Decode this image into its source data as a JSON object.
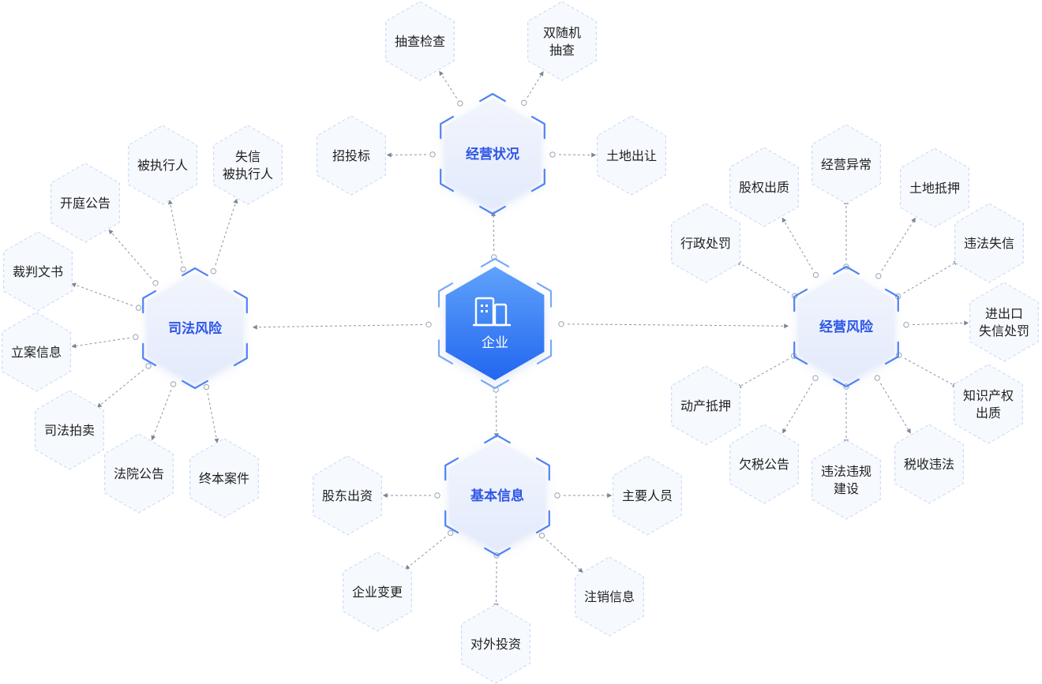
{
  "colors": {
    "leaf_fill": "#f6f9fe",
    "leaf_stroke": "#c3d6f5",
    "hub_fill_top": "#f2f5fd",
    "hub_fill_bottom": "#e3eafb",
    "hub_bracket": "#4f83f5",
    "hub_text": "#2e56e6",
    "core_top": "#5fa2fb",
    "core_bottom": "#2266f0",
    "core_bracket": "#7aa9f7",
    "connector": "#8a96a8",
    "dot": "#9aa4b2"
  },
  "center": {
    "label": "企业",
    "icon": "building-icon"
  },
  "hubs": [
    {
      "id": "business-status",
      "label": "经营状况",
      "leaves": [
        [
          "抽查检查"
        ],
        [
          "双随机",
          "抽查"
        ],
        [
          "招投标"
        ],
        [
          "土地出让"
        ]
      ]
    },
    {
      "id": "judicial-risk",
      "label": "司法风险",
      "leaves": [
        [
          "开庭公告"
        ],
        [
          "被执行人"
        ],
        [
          "失信",
          "被执行人"
        ],
        [
          "裁判文书"
        ],
        [
          "立案信息"
        ],
        [
          "司法拍卖"
        ],
        [
          "法院公告"
        ],
        [
          "终本案件"
        ]
      ]
    },
    {
      "id": "operating-risk",
      "label": "经营风险",
      "leaves": [
        [
          "股权出质"
        ],
        [
          "经营异常"
        ],
        [
          "土地抵押"
        ],
        [
          "行政处罚"
        ],
        [
          "违法失信"
        ],
        [
          "进出口",
          "失信处罚"
        ],
        [
          "动产抵押"
        ],
        [
          "知识产权",
          "出质"
        ],
        [
          "欠税公告"
        ],
        [
          "违法违规",
          "建设"
        ],
        [
          "税收违法"
        ]
      ]
    },
    {
      "id": "basic-info",
      "label": "基本信息",
      "leaves": [
        [
          "股东出资"
        ],
        [
          "主要人员"
        ],
        [
          "企业变更"
        ],
        [
          "注销信息"
        ],
        [
          "对外投资"
        ]
      ]
    }
  ]
}
